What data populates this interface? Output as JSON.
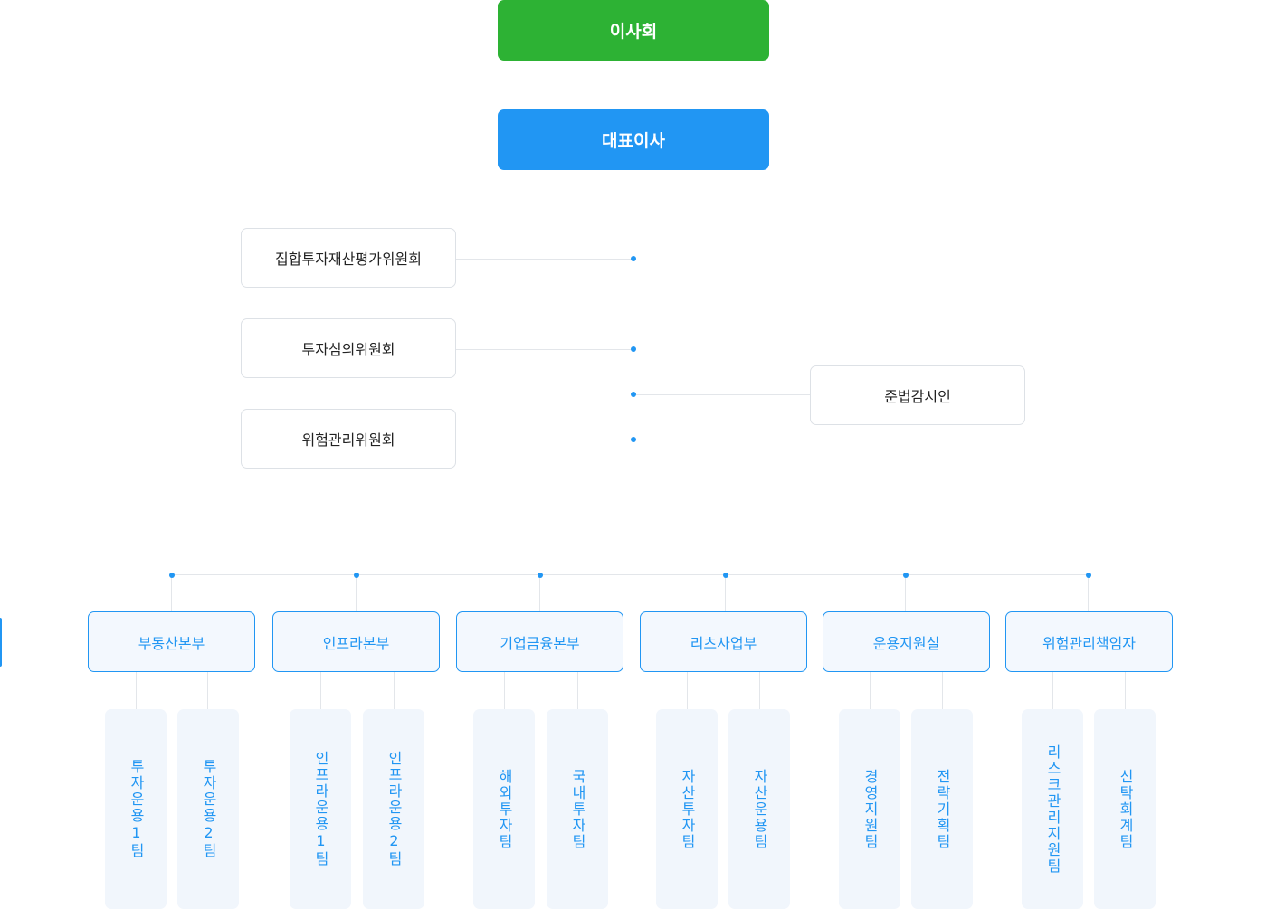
{
  "board": {
    "label": "이사회",
    "color": "#2db234"
  },
  "ceo": {
    "label": "대표이사",
    "color": "#2196f3"
  },
  "committees": [
    {
      "label": "집합투자재산평가위원회"
    },
    {
      "label": "투자심의위원회"
    },
    {
      "label": "위험관리위원회"
    }
  ],
  "compliance": {
    "label": "준법감시인"
  },
  "departments": [
    {
      "label": "부동산본부",
      "teams": [
        "투자운용1팀",
        "투자운용2팀"
      ]
    },
    {
      "label": "인프라본부",
      "teams": [
        "인프라운용1팀",
        "인프라운용2팀"
      ]
    },
    {
      "label": "기업금융본부",
      "teams": [
        "해외투자팀",
        "국내투자팀"
      ]
    },
    {
      "label": "리츠사업부",
      "teams": [
        "자산투자팀",
        "자산운용팀"
      ]
    },
    {
      "label": "운용지원실",
      "teams": [
        "경영지원팀",
        "전략기획팀"
      ]
    },
    {
      "label": "위험관리책임자",
      "teams": [
        "리스크관리지원팀",
        "신탁회계팀"
      ]
    }
  ],
  "colors": {
    "accent": "#2196f3",
    "line": "#e3e6ea",
    "team_bg": "#f1f6fc"
  }
}
